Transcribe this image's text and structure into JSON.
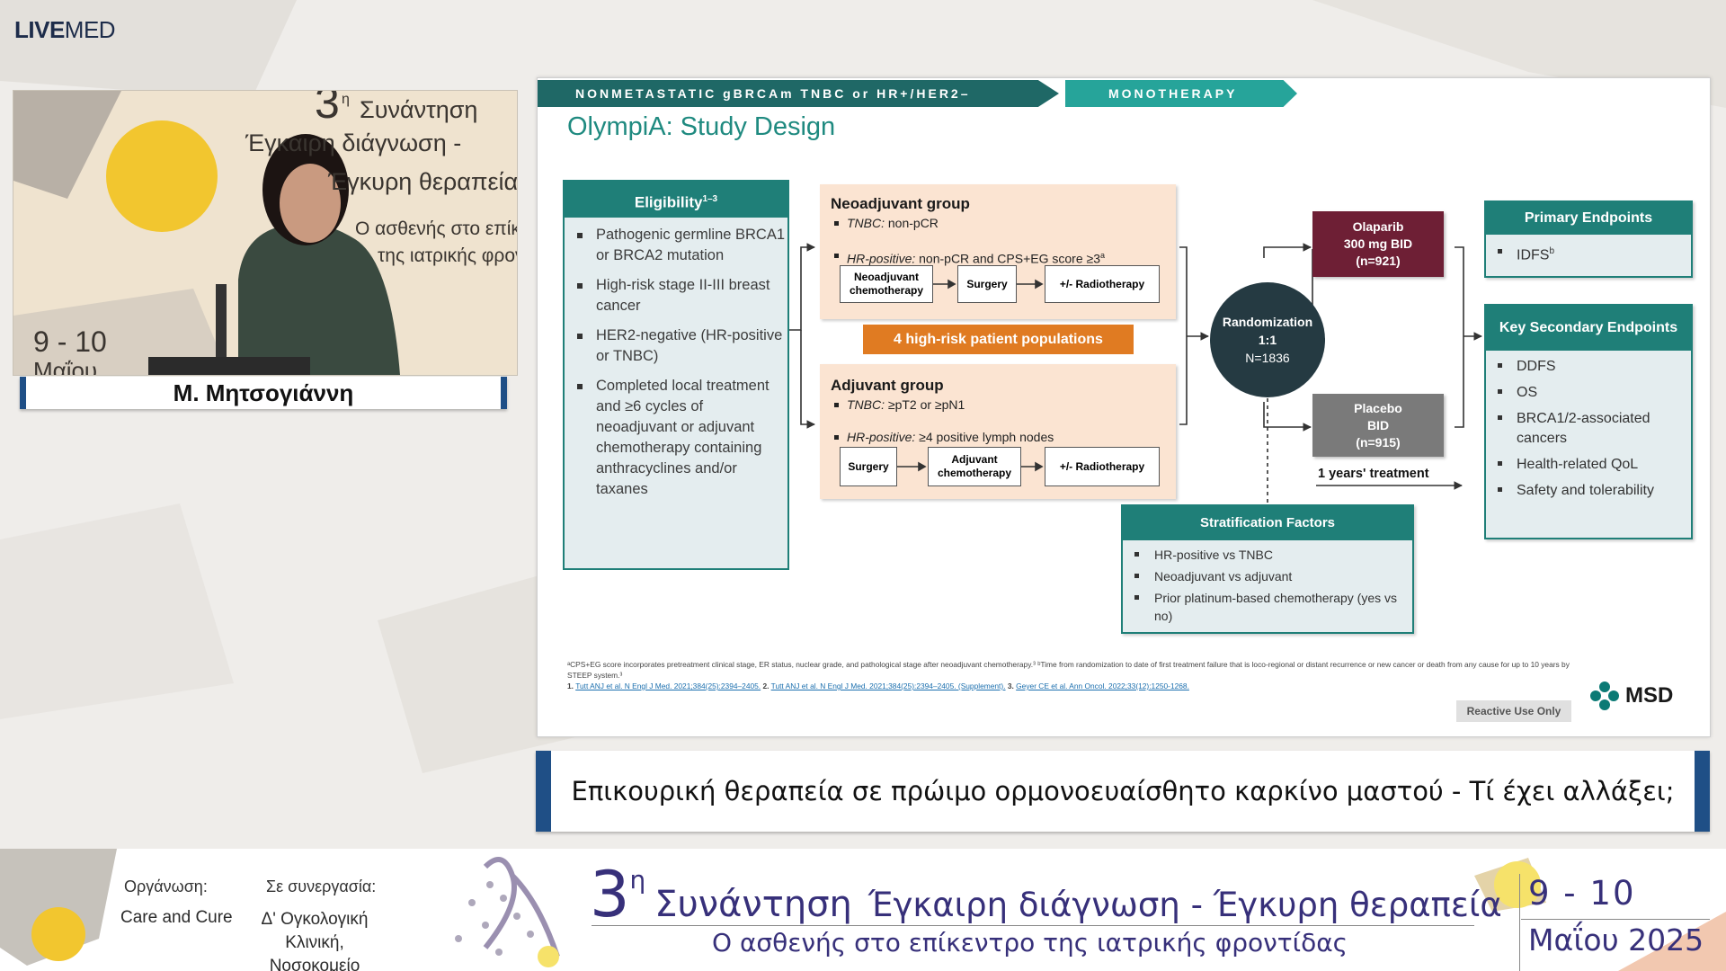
{
  "brand": {
    "strong": "LIVE",
    "light": "MED"
  },
  "video": {
    "backdrop_number": "3",
    "backdrop_number_sup": "η",
    "backdrop_lines": [
      "Συνάντηση",
      "Έγκαιρη διάγνωση -",
      "Έγκυρη θεραπεία",
      "Ο ασθενής στο επίκεντρο",
      "της ιατρικής φροντίδας"
    ],
    "backdrop_date": "9 - 10",
    "backdrop_month": "Μαΐου"
  },
  "speaker": {
    "name": "Μ. Μητσογιάννη"
  },
  "slide": {
    "banner_left": "NONMETASTATIC gBRCAm TNBC or HR+/HER2–",
    "banner_right": "MONOTHERAPY",
    "title": "OlympiA: Study Design",
    "eligibility": {
      "heading": "Eligibility",
      "heading_sup": "1–3",
      "items": [
        "Pathogenic germline BRCA1 or BRCA2 mutation",
        "High-risk stage II-III breast cancer",
        "HER2-negative (HR-positive or TNBC)",
        "Completed local treatment and ≥6 cycles of neoadjuvant or adjuvant chemotherapy containing anthracyclines and/or taxanes"
      ]
    },
    "neoadjuvant": {
      "title": "Neoadjuvant group",
      "line1_label": "TNBC:",
      "line1_text": " non-pCR",
      "line2_label": "HR-positive:",
      "line2_text": " non-pCR and CPS+EG score ≥3",
      "line2_sup": "a",
      "step1": "Neoadjuvant chemotherapy",
      "step2": "Surgery",
      "step3": "+/- Radiotherapy"
    },
    "populations": "4 high-risk patient populations",
    "adjuvant": {
      "title": "Adjuvant group",
      "line1_label": "TNBC:",
      "line1_text": " ≥pT2 or ≥pN1",
      "line2_label": "HR-positive:",
      "line2_text": " ≥4 positive lymph nodes",
      "step1": "Surgery",
      "step2": "Adjuvant chemotherapy",
      "step3": "+/- Radiotherapy"
    },
    "randomization": {
      "label": "Randomization",
      "ratio": "1:1",
      "n": "N=1836"
    },
    "olaparib": {
      "name": "Olaparib",
      "dose": "300 mg BID",
      "n": "(n=921)"
    },
    "placebo": {
      "name": "Placebo",
      "dose": "BID",
      "n": "(n=915)"
    },
    "treatment_duration": "1 years' treatment",
    "stratification": {
      "heading": "Stratification Factors",
      "items": [
        "HR-positive vs TNBC",
        "Neoadjuvant vs adjuvant",
        "Prior platinum-based chemotherapy (yes vs no)"
      ]
    },
    "primary_endpoints": {
      "heading": "Primary Endpoints",
      "items": [
        "IDFS"
      ],
      "sup": "b"
    },
    "secondary_endpoints": {
      "heading": "Key Secondary Endpoints",
      "items": [
        "DDFS",
        "OS",
        "BRCA1/2-associated cancers",
        "Health-related QoL",
        "Safety and tolerability"
      ]
    },
    "footnote": {
      "text": "ᵃCPS+EG score incorporates pretreatment clinical stage, ER status, nuclear grade, and pathological stage after neoadjuvant chemotherapy.³ ᵇTime from randomization to date of first treatment failure that is loco-regional or distant recurrence or new cancer or death from any cause for up to 10 years by STEEP system.³",
      "ref1_num": "1.",
      "ref1": "Tutt ANJ et al. N Engl J Med. 2021;384(25):2394–2405.",
      "ref2_num": "2.",
      "ref2": "Tutt ANJ et al. N Engl J Med. 2021;384(25):2394–2405. (Supplement).",
      "ref3_num": "3.",
      "ref3": "Geyer CE et al. Ann Oncol. 2022;33(12):1250-1268."
    },
    "reactive": "Reactive Use Only",
    "logo": "MSD"
  },
  "subtitle": "Επικουρική θεραπεία σε πρώιμο ορμονοευαίσθητο καρκίνο μαστού - Τί έχει αλλάξει;",
  "footer": {
    "org_label": "Οργάνωση:",
    "org_value": "Care and Cure",
    "collab_label": "Σε συνεργασία:",
    "collab_line1": "Δ' Ογκολογική Κλινική,",
    "collab_line2": "Νοσοκομείο «ΥΓΕΙΑ»",
    "number": "3",
    "number_sup": "η",
    "word1": "Συνάντηση",
    "word2": "Έγκαιρη διάγνωση - Έγκυρη θεραπεία",
    "tagline": "Ο ασθενής στο επίκεντρο της ιατρικής φροντίδας",
    "dates": "9 - 10",
    "month_year": "Μαΐου 2025"
  },
  "colors": {
    "teal": "#1f7f78",
    "navy": "#1f4f86",
    "purple_text": "#37307a",
    "orange": "#e07b22",
    "olaparib": "#6e1f35",
    "placebo": "#7a7a7a"
  }
}
